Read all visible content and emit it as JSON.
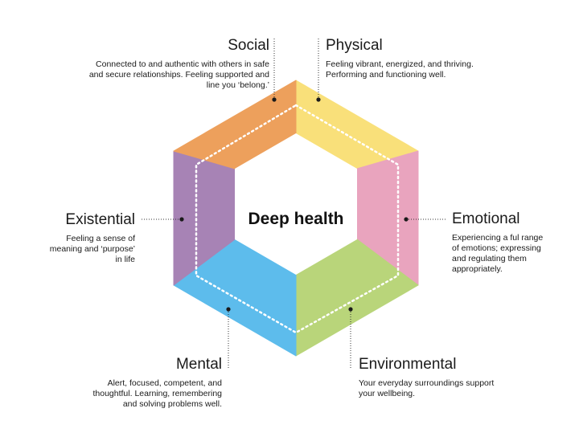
{
  "center_label": "Deep health",
  "dimensions": [
    {
      "key": "social",
      "title": "Social",
      "description": "Connected to and authentic with others in safe and secure relationships. Feeling supported and line you ‘belong.’",
      "color": "#EDA05C"
    },
    {
      "key": "physical",
      "title": "Physical",
      "description": "Feeling vibrant, energized, and thriving. Performing and functioning well.",
      "color": "#F9E07A"
    },
    {
      "key": "emotional",
      "title": "Emotional",
      "description": "Experiencing a ful range of emotions; expressing and regulating them appropriately.",
      "color": "#E9A4BE"
    },
    {
      "key": "environmental",
      "title": "Environmental",
      "description": "Your everyday surroundings support your wellbeing.",
      "color": "#B9D57A"
    },
    {
      "key": "mental",
      "title": "Mental",
      "description": "Alert, focused, competent, and thoughtful. Learning, remembering and solving problems well.",
      "color": "#5DBCEC"
    },
    {
      "key": "existential",
      "title": "Existential",
      "description": "Feeling a sense of meaning and ‘purpose’ in life",
      "color": "#A783B5"
    }
  ]
}
